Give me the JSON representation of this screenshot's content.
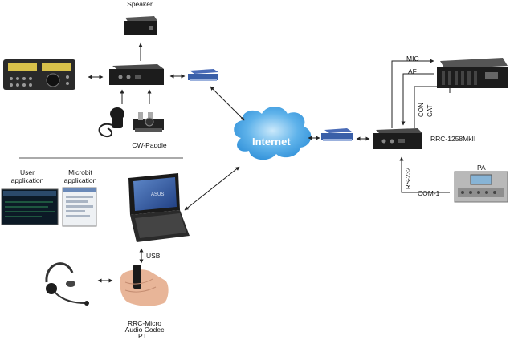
{
  "labels": {
    "speaker": "Speaker",
    "cw_paddle": "CW-Paddle",
    "user_application_1": "User",
    "user_application_2": "application",
    "microbit_application_1": "Microbit",
    "microbit_application_2": "application",
    "usb": "USB",
    "rrc_micro_1": "RRC-Micro",
    "rrc_micro_2": "Audio Codec",
    "rrc_micro_3": "PTT",
    "internet": "Internet",
    "mic": "MIC",
    "af": "AF",
    "con": "CON",
    "cat": "CAT",
    "rrc_1258": "RRC-1258MkII",
    "rs232": "RS-232",
    "com1": "COM-1",
    "pa": "PA",
    "laptop_brand": "ASUS"
  },
  "colors": {
    "cloud": "#4fa9e6",
    "cloud_light": "#a9d8f5",
    "device_dark": "#1c1c1c",
    "router_blue": "#3a5fa8",
    "line": "#222222"
  }
}
